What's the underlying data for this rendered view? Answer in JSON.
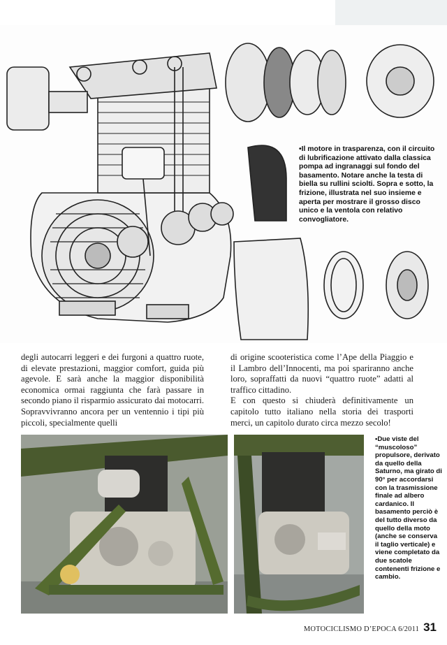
{
  "captions": {
    "top": "•Il motore in trasparenza, con il circuito di lubrificazione attivato dalla classica pompa ad ingranaggi sul fondo del basamento. Notare anche la testa di biella su rullini sciolti. Sopra e sotto, la frizione, illustrata nel suo insieme e aperta per mostrare il grosso disco unico e la ventola con relativo convogliatore.",
    "side": "•Due viste del “muscoloso” propulsore, derivato da quello della Saturno, ma girato di 90° per accordarsi con la trasmissione finale ad albero cardanico. Il basamento perciò è del tutto diverso da quello della moto (anche se conserva il taglio verticale) e viene completato da due scatole contenenti frizione e cambio."
  },
  "body": {
    "left": "degli autocarri leggeri e dei furgoni a quattro ruote, di elevate prestazioni, maggior comfort, guida più agevole. E sarà anche la maggior disponibilità economica ormai raggiunta che farà passare in secondo piano il risparmio assicurato dai motocarri. Sopravvivranno ancora per un ventennio i tipi più piccoli, specialmente quelli",
    "right_1": "di origine scooteristica come l’Ape della Piaggio e il Lambro dell’Innocenti, ma poi spariranno anche loro, sopraffatti da nuovi “quattro ruote” adatti al traffico cittadino.",
    "right_2": "E con questo si chiuderà definitivamente un capitolo tutto italiano nella storia dei trasporti merci, un capitolo durato circa mezzo secolo!"
  },
  "footer": {
    "magazine": "MOTOCICLISMO D’EPOCA 6/2011",
    "page": "31"
  }
}
